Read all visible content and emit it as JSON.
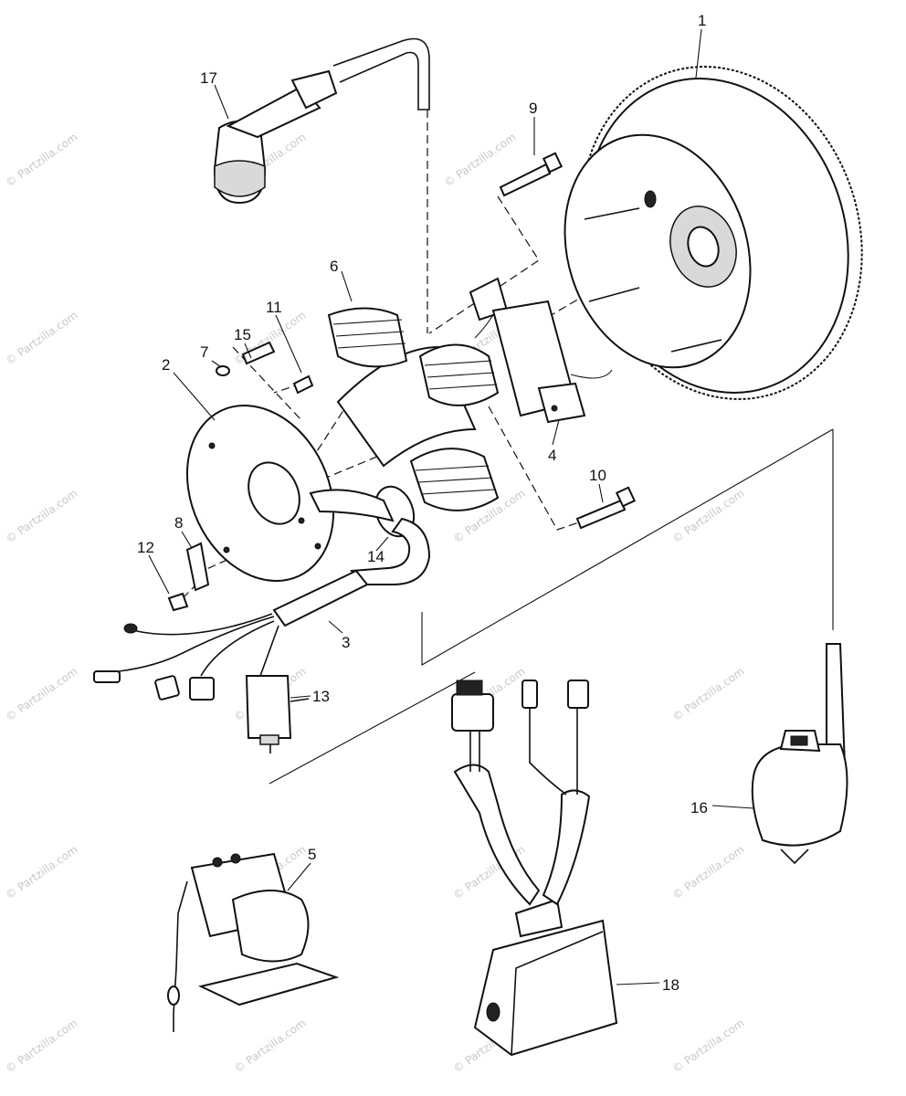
{
  "diagram": {
    "callouts": [
      {
        "id": "1",
        "label": "1"
      },
      {
        "id": "2",
        "label": "2"
      },
      {
        "id": "3",
        "label": "3"
      },
      {
        "id": "4",
        "label": "4"
      },
      {
        "id": "5",
        "label": "5"
      },
      {
        "id": "6",
        "label": "6"
      },
      {
        "id": "7",
        "label": "7"
      },
      {
        "id": "8",
        "label": "8"
      },
      {
        "id": "9",
        "label": "9"
      },
      {
        "id": "10",
        "label": "10"
      },
      {
        "id": "11",
        "label": "11"
      },
      {
        "id": "12",
        "label": "12"
      },
      {
        "id": "13",
        "label": "13"
      },
      {
        "id": "14",
        "label": "14"
      },
      {
        "id": "15",
        "label": "15"
      },
      {
        "id": "16",
        "label": "16"
      },
      {
        "id": "17",
        "label": "17"
      },
      {
        "id": "18",
        "label": "18"
      }
    ],
    "watermark": "© Partzilla.com"
  }
}
